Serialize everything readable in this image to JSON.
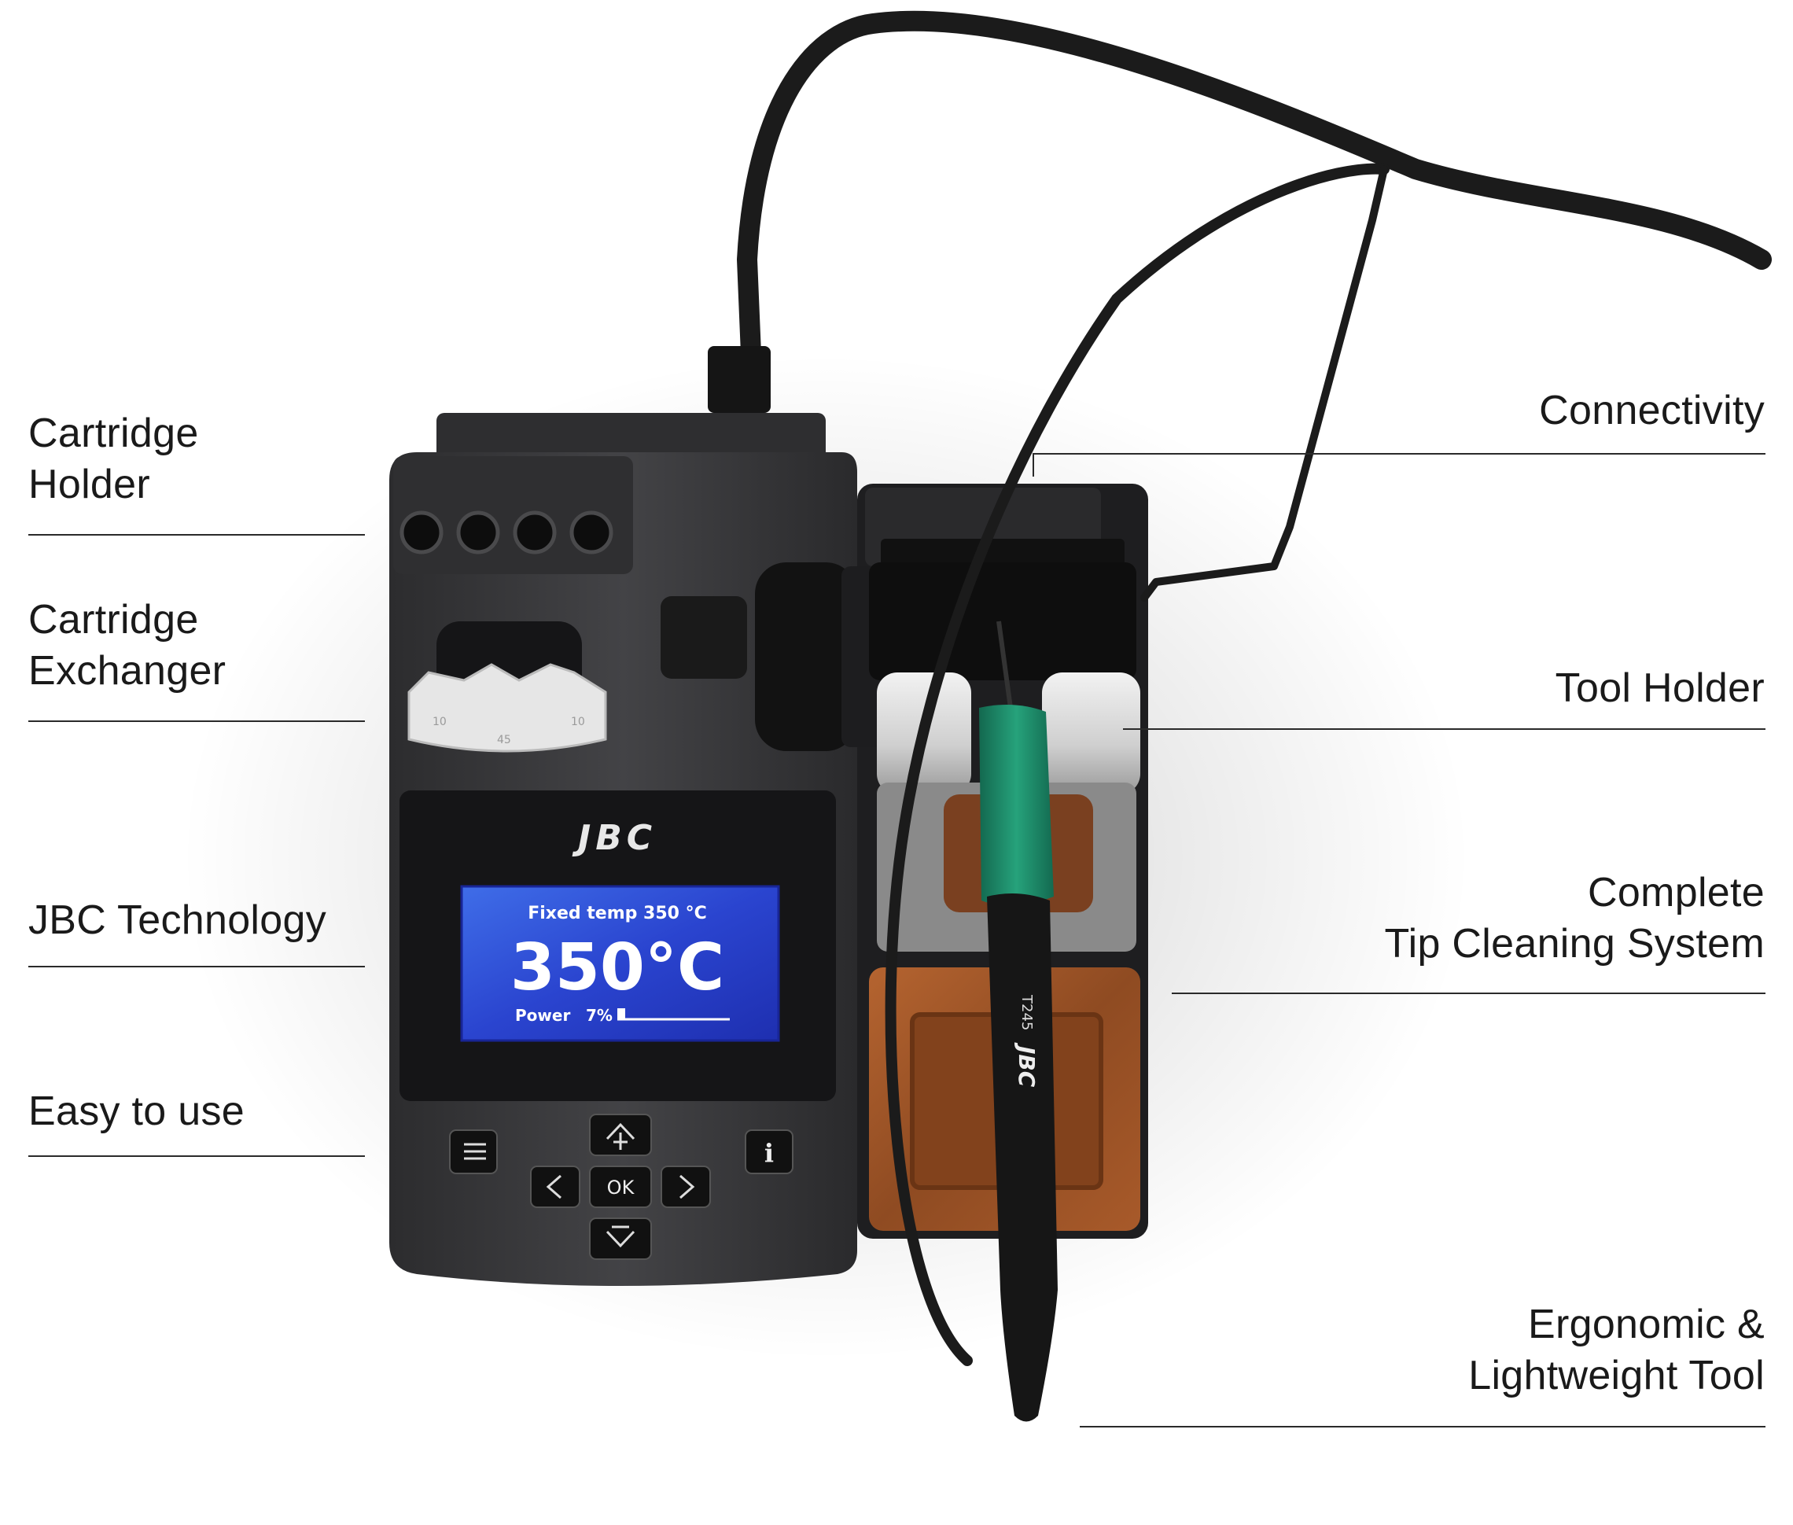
{
  "labels": {
    "left": [
      {
        "id": "cartridge-holder",
        "lines": [
          "Cartridge",
          "Holder"
        ]
      },
      {
        "id": "cartridge-exchanger",
        "lines": [
          "Cartridge",
          "Exchanger"
        ]
      },
      {
        "id": "jbc-technology",
        "lines": [
          "JBC Technology"
        ]
      },
      {
        "id": "easy-to-use",
        "lines": [
          "Easy to use"
        ]
      }
    ],
    "right": [
      {
        "id": "connectivity",
        "lines": [
          "Connectivity"
        ]
      },
      {
        "id": "tool-holder",
        "lines": [
          "Tool Holder"
        ]
      },
      {
        "id": "tip-cleaning",
        "lines": [
          "Complete",
          "Tip Cleaning System"
        ]
      },
      {
        "id": "ergonomic-tool",
        "lines": [
          "Ergonomic &",
          "Lightweight Tool"
        ]
      }
    ]
  },
  "station": {
    "brand": "JBC",
    "exchanger_marks": [
      "10",
      "45",
      "10"
    ],
    "display": {
      "header": "Fixed temp 350 °C",
      "temperature": "350°C",
      "power_label": "Power",
      "power_value": "7%",
      "power_fraction": 0.07
    },
    "buttons": {
      "ok": "OK"
    }
  },
  "tool": {
    "model": "T245",
    "brand": "JBC"
  },
  "colors": {
    "body": "#3a3a3c",
    "body_dark": "#1f1f21",
    "screen": "#2f53d6",
    "screen_edge": "#1c2ba0",
    "grip": "#1f8f6c",
    "brass": "#9c5428",
    "metal": "#d8d8d8",
    "cable": "#1b1b1b"
  }
}
